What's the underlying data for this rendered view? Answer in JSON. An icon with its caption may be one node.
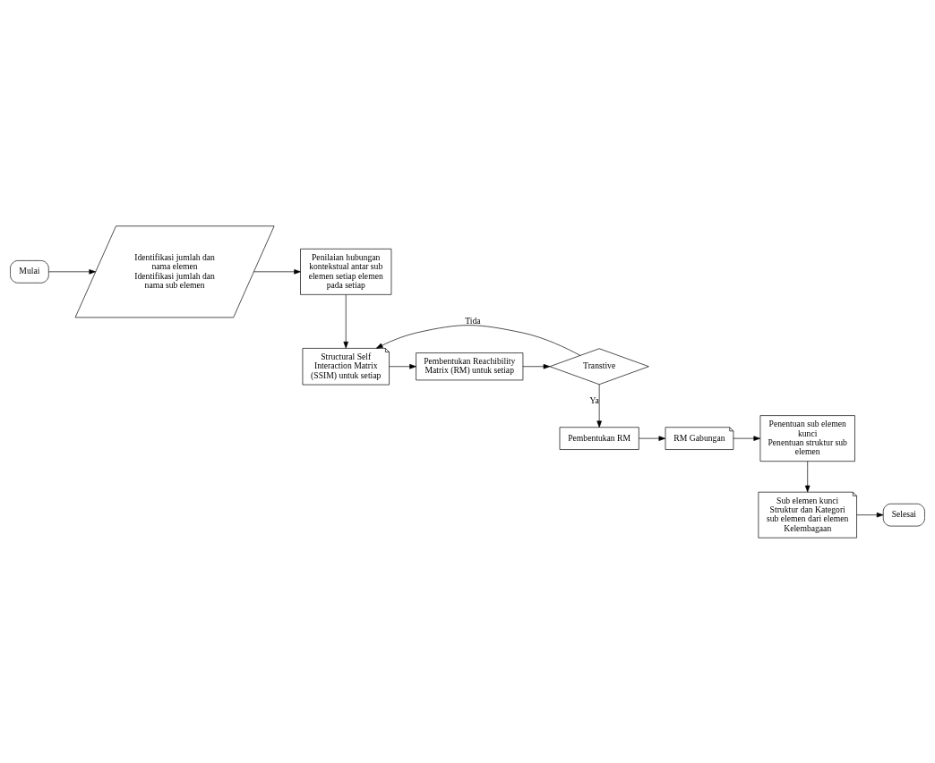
{
  "diagram": {
    "nodes": [
      {
        "text": [
          "Mulai"
        ]
      },
      {
        "text": [
          "Identifikasi jumlah dan nama elemen",
          "Identifikasi jumlah dan nama sub elemen"
        ]
      },
      {
        "text": [
          "Penilaian hubungan kontekstual antar sub elemen setiap elemen pada setiap"
        ]
      },
      {
        "text": [
          "Structural Self Interaction Matrix (SSIM) untuk setiap"
        ]
      },
      {
        "text": [
          "Pembentukan Reachibility Matrix (RM) untuk setiap"
        ]
      },
      {
        "text": [
          "Transtive"
        ]
      },
      {
        "text": [
          "Pembentukan RM"
        ]
      },
      {
        "text": [
          "RM Gabungan"
        ]
      },
      {
        "text": [
          "Penentuan sub elemen kunci",
          "Penentuan struktur sub elemen"
        ]
      },
      {
        "text": [
          "Sub elemen kunci",
          "Struktur dan Kategori sub elemen dari elemen Kelembagaan"
        ]
      },
      {
        "text": [
          "Selesai"
        ]
      }
    ],
    "edges": [
      {
        "from": 0,
        "to": 1,
        "arrow": "to"
      },
      {
        "from": 1,
        "to": 2,
        "arrow": "to"
      },
      {
        "from": 2,
        "to": 3,
        "arrow": "to"
      },
      {
        "from": 3,
        "to": 4,
        "arrow": "to"
      },
      {
        "from": 4,
        "to": 5,
        "arrow": "to"
      },
      {
        "from": 5,
        "to": 3,
        "label": "Tida",
        "arrow": "to"
      },
      {
        "from": 5,
        "to": 6,
        "label": "Ya",
        "arrow": "to"
      },
      {
        "from": 6,
        "to": 7,
        "arrow": "to"
      },
      {
        "from": 7,
        "to": 8,
        "arrow": "to"
      },
      {
        "from": 8,
        "to": 9,
        "arrow": "to"
      },
      {
        "from": 9,
        "to": 10,
        "arrow": "to"
      }
    ]
  }
}
